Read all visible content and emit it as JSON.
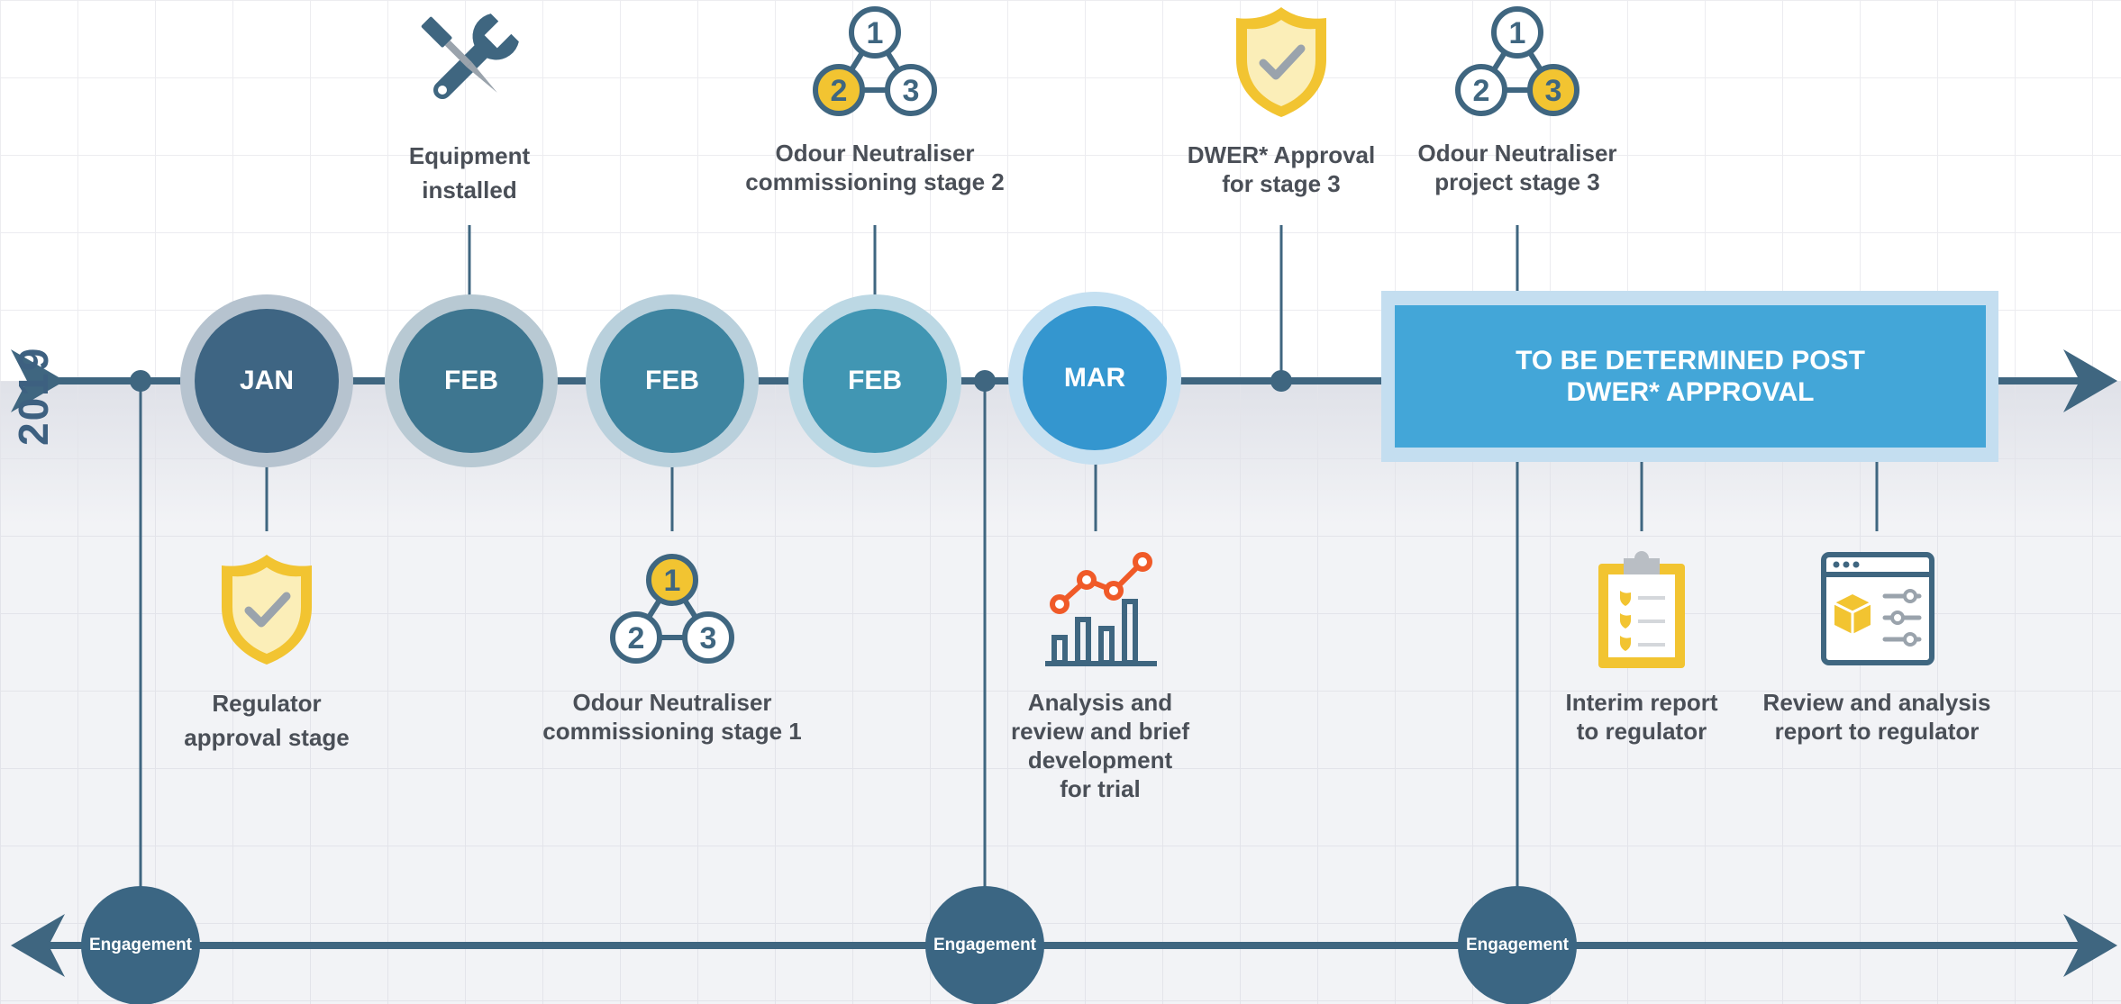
{
  "year": "2019",
  "months": [
    {
      "label": "JAN"
    },
    {
      "label": "FEB"
    },
    {
      "label": "FEB"
    },
    {
      "label": "FEB"
    },
    {
      "label": "MAR"
    }
  ],
  "top_milestones": [
    {
      "text": "Equipment\ninstalled",
      "icon": "wrench-screwdriver-icon"
    },
    {
      "text": "Odour Neutraliser\ncommissioning stage 2",
      "icon": "stage-2-network-icon"
    },
    {
      "text": "DWER* Approval\nfor stage 3",
      "icon": "shield-check-icon"
    },
    {
      "text": "Odour Neutraliser\nproject stage 3",
      "icon": "stage-3-network-icon"
    }
  ],
  "bottom_milestones": [
    {
      "text": "Regulator\napproval stage",
      "icon": "shield-check-icon"
    },
    {
      "text": "Odour Neutraliser\ncommissioning stage 1",
      "icon": "stage-1-network-icon"
    },
    {
      "text": "Analysis and\nreview and brief\ndevelopment\nfor trial",
      "icon": "bar-line-chart-icon"
    },
    {
      "text": "Interim report\nto regulator",
      "icon": "clipboard-icon"
    },
    {
      "text": "Review and analysis\nreport to regulator",
      "icon": "settings-window-icon"
    }
  ],
  "tbd_box": {
    "text": "TO BE DETERMINED POST\nDWER* APPROVAL"
  },
  "engagement": [
    {
      "label": "Engagement"
    },
    {
      "label": "Engagement"
    },
    {
      "label": "Engagement"
    }
  ],
  "colors": {
    "line": "#3f6680",
    "jan": "#3e6583",
    "feb1": "#3e7690",
    "feb2": "#3e84a0",
    "feb3": "#4196b3",
    "mar": "#3496cf",
    "tbd": "#43a6d8",
    "yellow": "#f2c431",
    "orange": "#f05a28"
  }
}
